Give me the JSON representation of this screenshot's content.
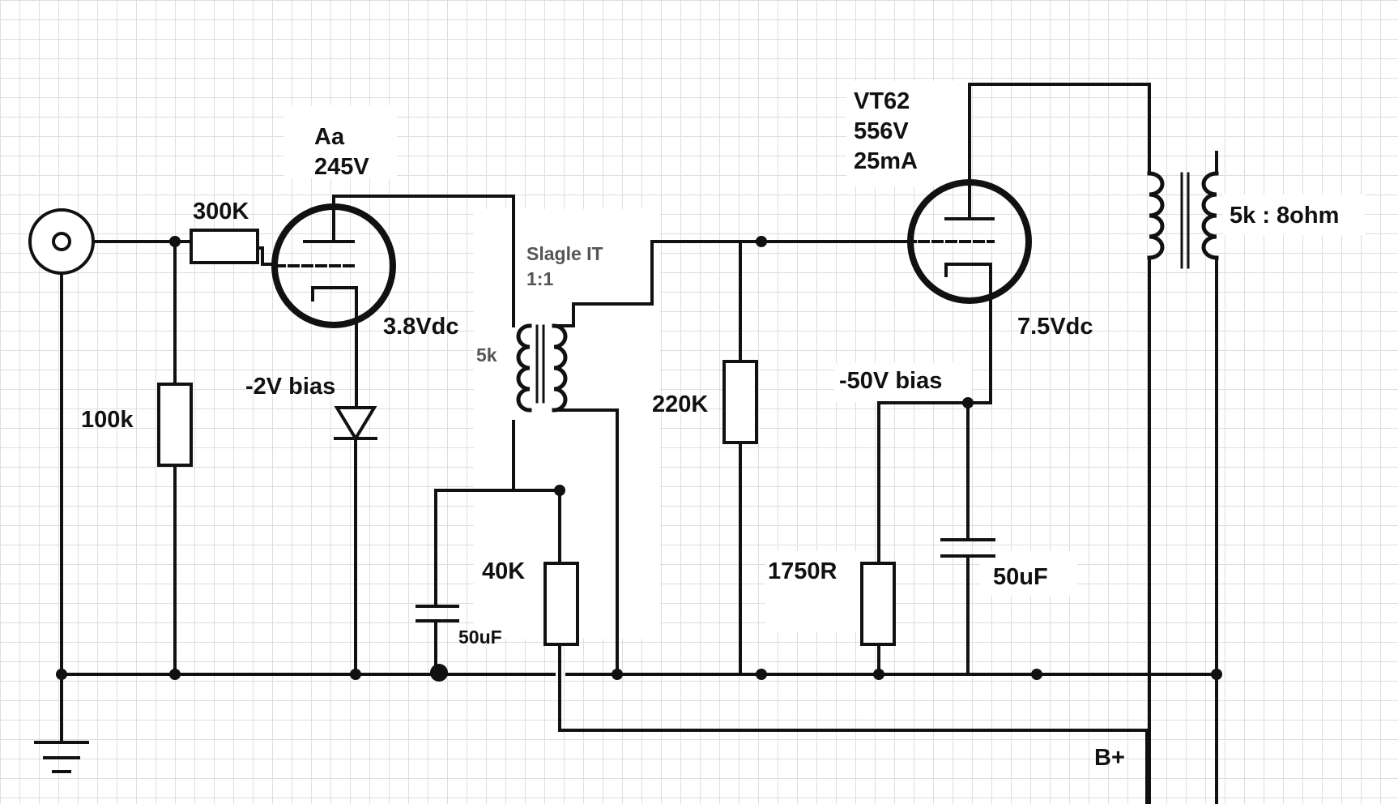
{
  "title": "",
  "colors": {
    "wire": "#111111",
    "grid": "#dedede",
    "background": "#ffffff",
    "transformer_label": "#555555"
  },
  "stage1": {
    "tube_label": "Aa",
    "tube_voltage": "245V",
    "input_resistor": "300K",
    "grid_resistor": "100k",
    "cathode_voltage": "3.8Vdc",
    "bias": "-2V bias"
  },
  "interstage": {
    "name": "Slagle IT",
    "ratio": "1:1",
    "impedance": "5k",
    "feed_resistor": "40K",
    "cap": "50uF"
  },
  "stage2": {
    "tube_label": "VT62",
    "tube_voltage": "556V",
    "tube_current": "25mA",
    "grid_resistor": "220K",
    "cathode_voltage": "7.5Vdc",
    "bias": "-50V bias",
    "cathode_resistor": "1750R",
    "cathode_cap": "50uF"
  },
  "output_transformer": "5k : 8ohm",
  "supply_label": "B+",
  "icons": [
    "input-jack-icon",
    "ground-icon",
    "triode-icon",
    "diode-icon",
    "resistor-icon",
    "capacitor-icon",
    "transformer-icon"
  ]
}
